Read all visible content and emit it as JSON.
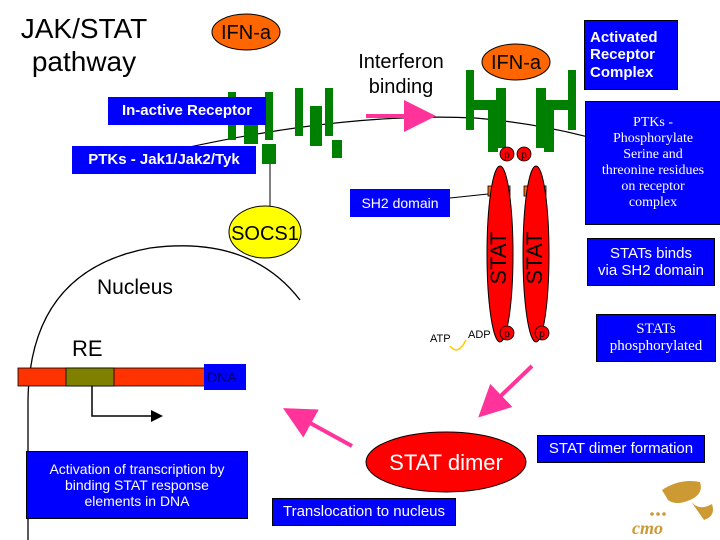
{
  "title_line1": "JAK/STAT",
  "title_line2": "pathway",
  "ligand_free": "IFN-a",
  "ligand_bound": "IFN-a",
  "interferon_binding_line1": "Interferon",
  "interferon_binding_line2": "binding",
  "activated_complex": [
    "Activated",
    "Receptor",
    "Complex"
  ],
  "inactive_receptor": "In-active Receptor",
  "ptks_label": "PTKs - Jak1/Jak2/Tyk",
  "ptks_phospho": [
    "PTKs -",
    "Phosphorylate",
    "Serine and",
    "threonine residues",
    "on receptor",
    "complex"
  ],
  "sh2_domain": "SH2 domain",
  "socs1": "SOCS1",
  "stat_label": "STAT",
  "stats_bind": [
    "STATs binds",
    "via SH2 domain"
  ],
  "stats_phosphorylated": [
    "STATs",
    "phosphorylated"
  ],
  "nucleus": "Nucleus",
  "re_label": "RE",
  "dna_label": "DNA",
  "atp": "ATP",
  "adp": "ADP",
  "phosphate": "p",
  "stat_dimer": "STAT dimer",
  "stat_dimer_formation": "STAT dimer formation",
  "translocation": "Translocation to nucleus",
  "activation_transcription": [
    "Activation of transcription by",
    "binding STAT response",
    "elements in DNA"
  ],
  "logo_text": "cmo",
  "colors": {
    "receptor_green": "#008000",
    "box_blue": "#0000ff",
    "ifn_orange": "#ff6600",
    "stat_red": "#ff0000",
    "socs_yellow": "#ffff00",
    "arrow_pink": "#ff3399",
    "re_olive": "#808000",
    "logo_gold": "#cc9933"
  }
}
